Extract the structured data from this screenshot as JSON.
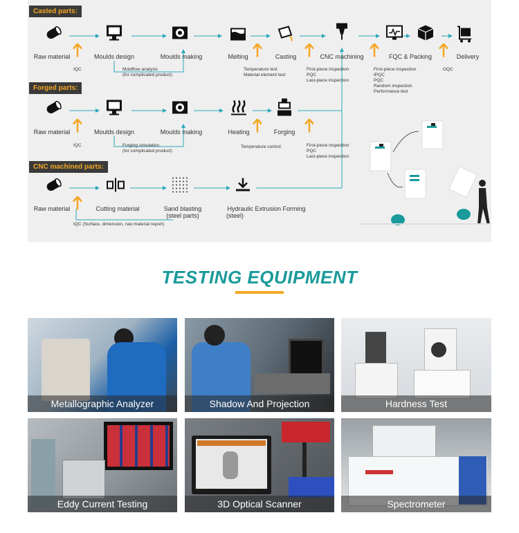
{
  "flow": {
    "casted": {
      "tag": "Casted parts:",
      "steps": [
        "Raw material",
        "Moulds design",
        "Moulds making",
        "Melting",
        "Casting",
        "CNC machining",
        "FQC & Packing",
        "Delivery"
      ],
      "notes": {
        "iqc": "IQC",
        "moldflow": [
          "Moldflow analysis",
          "(for complicated product)"
        ],
        "melting": [
          "Temperature test",
          "Material element test"
        ],
        "casting": [
          "First-piece inspection",
          "PQC",
          "Last-piece inspection"
        ],
        "fqc": [
          "First-piece inspection",
          "IPQC",
          "PQC",
          "Random inspection",
          "Performance test"
        ],
        "oqc": "OQC"
      }
    },
    "forged": {
      "tag": "Forged parts:",
      "steps": [
        "Raw material",
        "Moulds design",
        "Moulds making",
        "Heating",
        "Forging"
      ],
      "notes": {
        "iqc": "IQC",
        "sim": [
          "Forging simulation",
          "(for complicated product)"
        ],
        "heating": "Temperature control",
        "forging": [
          "First-piece inspection",
          "PQC",
          "Last-piece inspection"
        ]
      }
    },
    "cnc": {
      "tag": "CNC machined parts:",
      "steps": [
        "Raw material",
        "Cutting material",
        "Sand blasting",
        "(steel parts)",
        "Hydraulic Extrusion Forming",
        "(steel)"
      ],
      "notes": {
        "iqc": "IQC (Surface, dimension, raw material report)"
      }
    }
  },
  "equipment": {
    "title": "TESTING EQUIPMENT",
    "items": [
      "Metallographic Analyzer",
      "Shadow And Projection",
      "Hardness Test",
      "Eddy Current Testing",
      "3D Optical Scanner",
      "Spectrometer"
    ]
  },
  "colors": {
    "teal": "#1a9a9a",
    "orange": "#f5a623",
    "dark": "#1e1e1e"
  }
}
